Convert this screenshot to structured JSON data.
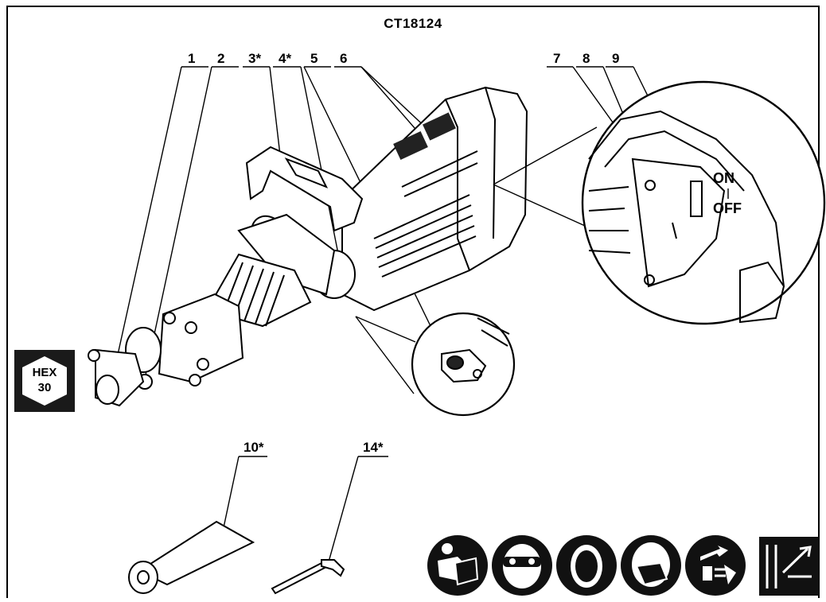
{
  "title": "CT18124",
  "callouts": [
    {
      "label": "1"
    },
    {
      "label": "2"
    },
    {
      "label": "3*"
    },
    {
      "label": "4*"
    },
    {
      "label": "5"
    },
    {
      "label": "6"
    },
    {
      "label": "7"
    },
    {
      "label": "8"
    },
    {
      "label": "9"
    },
    {
      "label": "10*"
    },
    {
      "label": "14*"
    }
  ],
  "hex_badge": {
    "line1": "HEX",
    "line2": "30"
  },
  "switch": {
    "on": "ON",
    "off": "OFF"
  },
  "safety_icons": [
    "read-manual-icon",
    "safety-goggles-icon",
    "ear-protection-icon",
    "dust-mask-icon",
    "unplug-before-service-icon",
    "hidden-wires-warning-icon"
  ]
}
